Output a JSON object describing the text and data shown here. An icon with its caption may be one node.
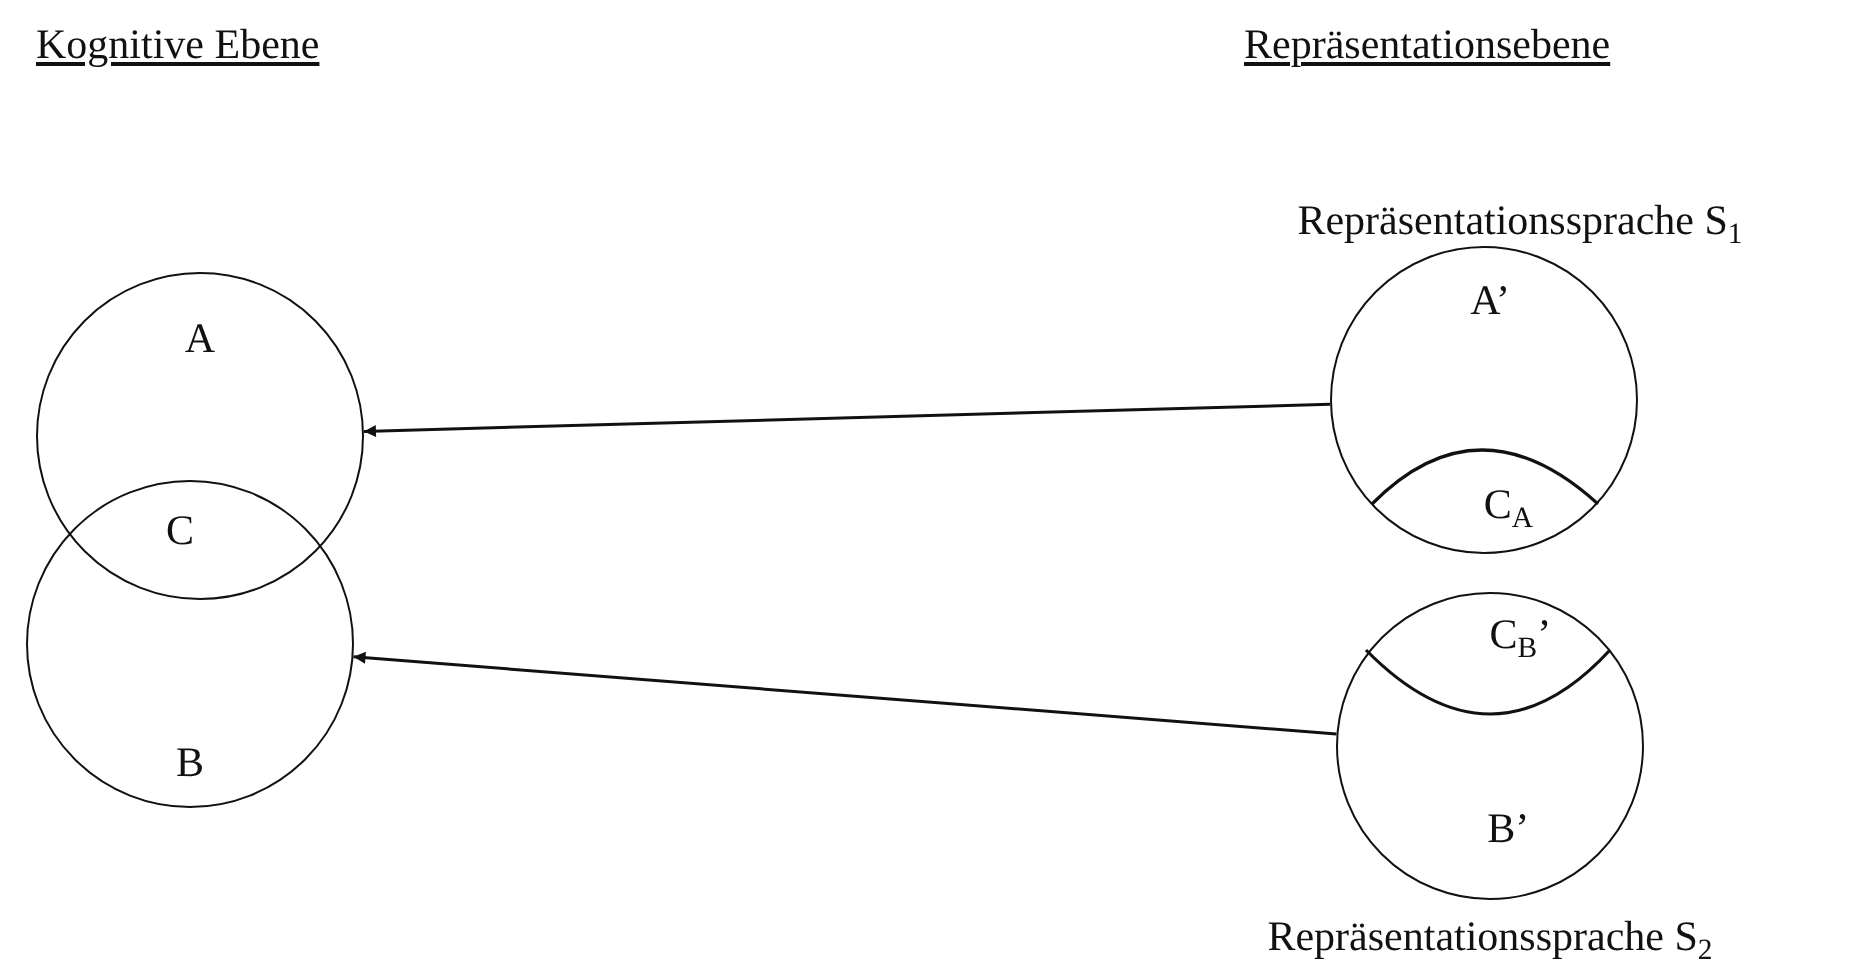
{
  "diagram": {
    "nodes": [
      {
        "text": [
          "A"
        ]
      },
      {
        "text": [
          "B"
        ]
      },
      {
        "text": [
          "A’",
          "C$_{A}$"
        ],
        "beside": [
          "Repräsentationssprache S$_{1}$"
        ]
      },
      {
        "text": [
          "C$_{B}$’",
          "B’"
        ],
        "beside": [
          "Repräsentationssprache S$_{2}$"
        ]
      }
    ],
    "edges": [
      {
        "from": 2,
        "to": 0,
        "arrow": "to"
      },
      {
        "from": 3,
        "to": 1,
        "arrow": "to"
      }
    ],
    "labels": [
      "Kognitive Ebene",
      "Repräsentationsebene",
      "C"
    ]
  }
}
